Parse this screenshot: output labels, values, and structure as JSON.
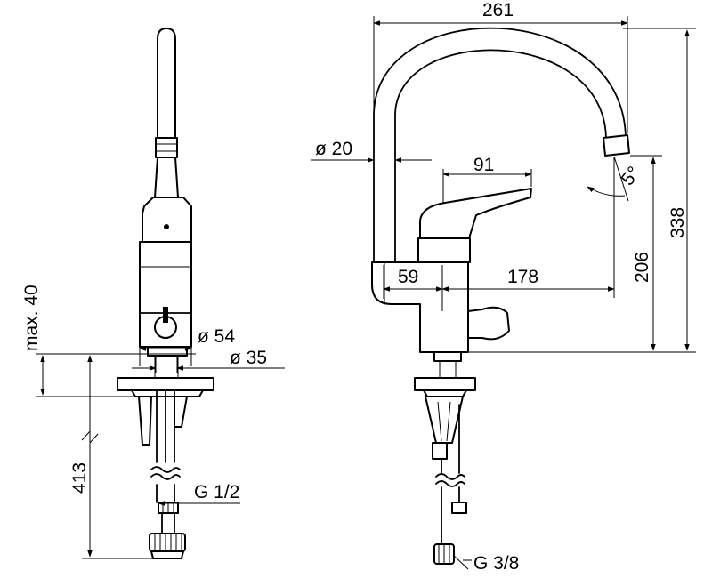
{
  "dimensions": {
    "reach": "261",
    "spout_diameter": "ø 20",
    "lever_length": "91",
    "swivel_angle": "5°",
    "total_height": "338",
    "spout_height": "206",
    "body_offset": "59",
    "outlet_distance": "178",
    "max_deck_thickness": "max. 40",
    "flange_diameter": "ø 54",
    "hole_diameter": "ø 35",
    "hose_length": "413"
  },
  "threads": {
    "left_connection": "G 1/2",
    "right_connection": "G 3/8"
  }
}
